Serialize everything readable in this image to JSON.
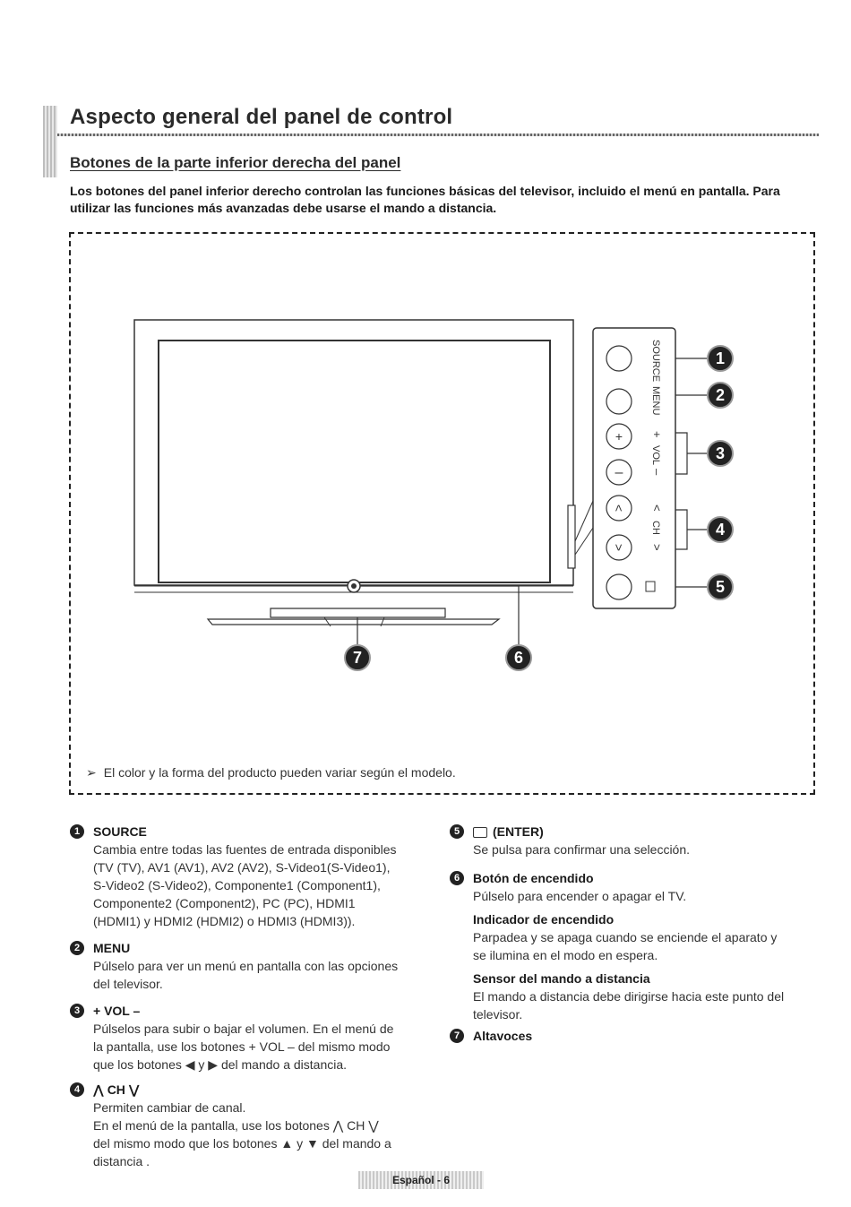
{
  "header": {
    "title": "Aspecto general del panel de control",
    "section": "Botones de la parte inferior derecha del panel",
    "intro": "Los botones del panel inferior derecho controlan las funciones básicas del televisor, incluido el menú en pantalla. Para utilizar las funciones más avanzadas debe usarse el mando a distancia."
  },
  "figure": {
    "panel_labels": [
      "SOURCE",
      "MENU",
      "+",
      "VOL",
      "–",
      "<",
      "CH",
      ">"
    ],
    "callouts": [
      "1",
      "2",
      "3",
      "4",
      "5",
      "6",
      "7"
    ],
    "note": "El color y la forma del producto pueden variar según el modelo."
  },
  "items": {
    "source": {
      "num": "1",
      "label": "SOURCE",
      "lines": [
        "Cambia entre todas las fuentes de entrada disponibles",
        "(TV (TV), AV1 (AV1), AV2 (AV2), S-Video1(S-Video1),",
        "S-Video2 (S-Video2), Componente1 (Component1),",
        "Componente2 (Component2), PC (PC), HDMI1",
        "(HDMI1) y HDMI2 (HDMI2) o HDMI3 (HDMI3))."
      ]
    },
    "menu": {
      "num": "2",
      "label": "MENU",
      "lines": [
        "Púlselo para ver un menú en pantalla con las opciones",
        "del televisor."
      ]
    },
    "vol": {
      "num": "3",
      "label": "+ VOL –",
      "lines": [
        "Púlselos para subir o bajar el volumen. En el menú de",
        "la pantalla, use los botones + VOL – del mismo modo",
        "que los botones ◀ y ▶ del mando a distancia."
      ]
    },
    "ch": {
      "num": "4",
      "label": "⋀ CH ⋁",
      "lines": [
        "Permiten cambiar de canal.",
        "En el menú de la pantalla, use los botones ⋀ CH ⋁",
        "del mismo modo que los botones ▲ y ▼ del mando a",
        "distancia ."
      ]
    },
    "enter": {
      "num": "5",
      "label": "(ENTER)",
      "lines": [
        "Se pulsa para confirmar una selección."
      ]
    },
    "power": {
      "num": "6",
      "label": "Botón de encendido",
      "lines": [
        "Púlselo para encender o apagar el TV."
      ],
      "indicator_label": "Indicador de encendido",
      "indicator_lines": [
        "Parpadea y se apaga cuando se enciende el aparato y",
        "se ilumina en el modo en espera."
      ],
      "sensor_label": "Sensor del mando a distancia",
      "sensor_lines": [
        "El mando a distancia debe dirigirse hacia este punto del",
        "televisor."
      ]
    },
    "speakers": {
      "num": "7",
      "label": "Altavoces"
    }
  },
  "footer": {
    "page": "Español - 6"
  }
}
